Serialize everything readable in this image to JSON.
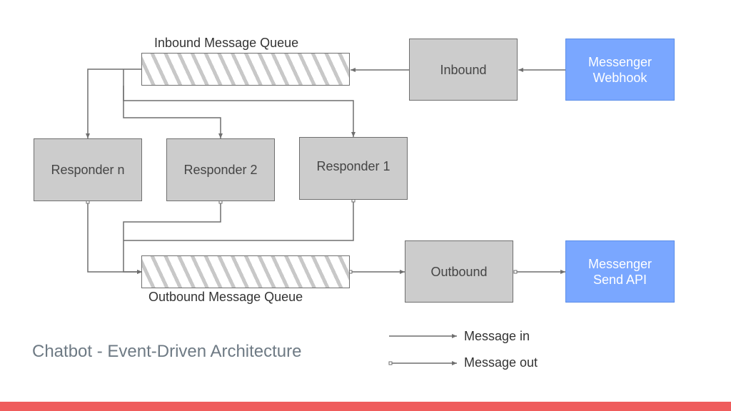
{
  "title": "Chatbot - Event-Driven Architecture",
  "queues": {
    "inbound": "Inbound Message Queue",
    "outbound": "Outbound Message Queue"
  },
  "boxes": {
    "inbound": "Inbound",
    "outbound": "Outbound",
    "webhook": "Messenger\nWebhook",
    "send_api": "Messenger\nSend API",
    "responder_n": "Responder n",
    "responder_2": "Responder 2",
    "responder_1": "Responder 1"
  },
  "legend": {
    "message_in": "Message in",
    "message_out": "Message out"
  },
  "colors": {
    "box_fill": "#cccccc",
    "external_fill": "#7aa7ff",
    "line": "#6f6f6f",
    "accent_bar": "#ef5c5c"
  }
}
